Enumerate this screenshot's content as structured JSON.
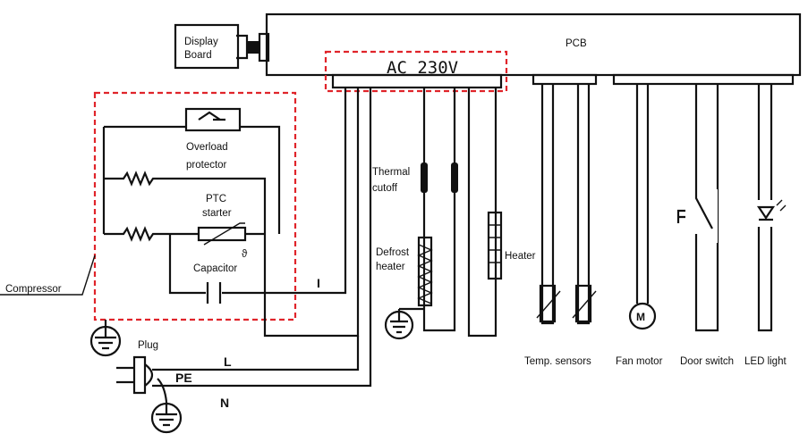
{
  "labels": {
    "display_board_line1": "Display",
    "display_board_line2": "Board",
    "pcb": "PCB",
    "ac_voltage": "AC 230V",
    "overload_line1": "Overload",
    "overload_line2": "protector",
    "ptc_line1": "PTC",
    "ptc_line2": "starter",
    "capacitor": "Capacitor",
    "compressor": "Compressor",
    "thermal_line1": "Thermal",
    "thermal_line2": "cutoff",
    "defrost_line1": "Defrost",
    "defrost_line2": "heater",
    "heater": "Heater",
    "temp_sensors": "Temp. sensors",
    "fan_motor": "Fan motor",
    "door_switch": "Door switch",
    "led_light": "LED light",
    "plug": "Plug",
    "wire_l": "L",
    "wire_n": "N",
    "wire_pe": "PE",
    "wire_i": "I"
  },
  "colors": {
    "highlight": "#e0242a",
    "wire": "#111111"
  }
}
